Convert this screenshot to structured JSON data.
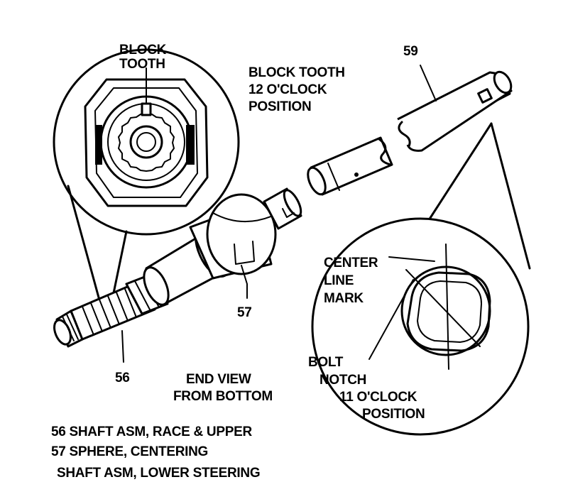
{
  "labels": {
    "block_tooth_detail_line1": "BLOCK",
    "block_tooth_detail_line2": "TOOTH",
    "block_tooth_pos_line1": "BLOCK TOOTH",
    "block_tooth_pos_line2": "12 O'CLOCK",
    "block_tooth_pos_line3": "POSITION",
    "part_59": "59",
    "part_57": "57",
    "part_56": "56",
    "center_line_line1": "CENTER",
    "center_line_line2": "LINE",
    "center_line_line3": "MARK",
    "bolt_notch_line1": "BOLT",
    "bolt_notch_line2": "NOTCH",
    "bolt_notch_line3": "11 O'CLOCK",
    "bolt_notch_line4": "POSITION",
    "end_view_line1": "END VIEW",
    "end_view_line2": "FROM BOTTOM"
  },
  "legend": [
    "56 SHAFT ASM, RACE & UPPER",
    "57 SPHERE, CENTERING",
    "SHAFT ASM, LOWER STEERING"
  ]
}
